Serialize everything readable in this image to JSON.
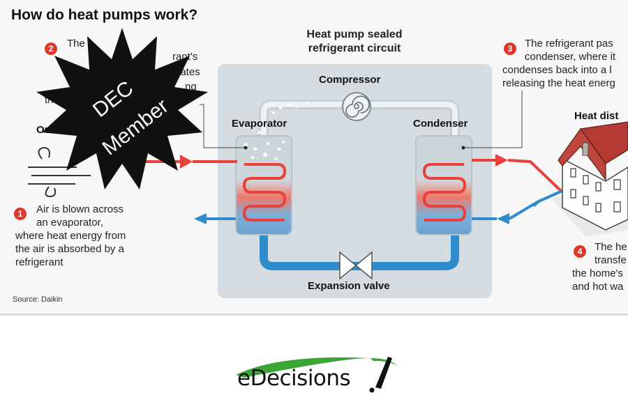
{
  "infographic": {
    "title": "How do heat pumps work?",
    "circuit_title_line1": "Heat pump sealed",
    "circuit_title_line2": "refrigerant circuit",
    "components": {
      "compressor": "Compressor",
      "evaporator": "Evaporator",
      "condenser": "Condenser",
      "expansion_valve": "Expansion valve",
      "heat_distribution": "Heat dist",
      "outside": "Ou"
    },
    "steps": [
      {
        "number": "1",
        "lines": [
          "Air is blown across",
          "an evaporator,",
          "where heat energy from",
          "the air is absorbed by a",
          "refrigerant"
        ]
      },
      {
        "number": "2",
        "lines": [
          "The",
          "rant's",
          "orates",
          "ng",
          "th"
        ]
      },
      {
        "number": "3",
        "lines": [
          "The refrigerant pas",
          "condenser, where it",
          "condenses back into a l",
          "releasing the heat energ"
        ]
      },
      {
        "number": "4",
        "lines": [
          "The he",
          "transfe",
          "the home's",
          "and hot wa"
        ]
      }
    ],
    "source": "Source: Daikin",
    "colors": {
      "hot": "#e8403a",
      "cold": "#2f8ccb",
      "panel": "#d5dde2",
      "pipe": "#c9d4da",
      "badge": "#e0372b"
    }
  },
  "stamp": {
    "line1": "DEC",
    "line2": "Member",
    "color": "#111111"
  },
  "logo": {
    "text": "eDecisions",
    "swoosh_color": "#3aa535"
  }
}
